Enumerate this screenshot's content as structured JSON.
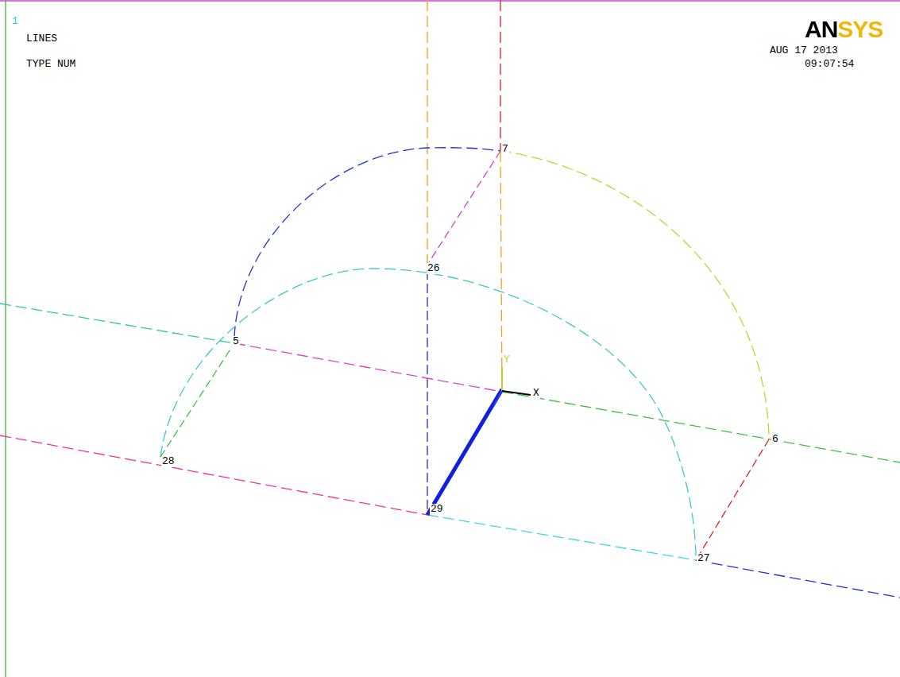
{
  "diagram": {
    "labels": [
      "1",
      "LINES",
      "TYPE NUM",
      "ANSYS",
      "AUG 17 2013",
      "09:07:54",
      "7",
      "26",
      "5",
      "28",
      "6",
      "27",
      "29",
      "Y",
      "X"
    ]
  }
}
